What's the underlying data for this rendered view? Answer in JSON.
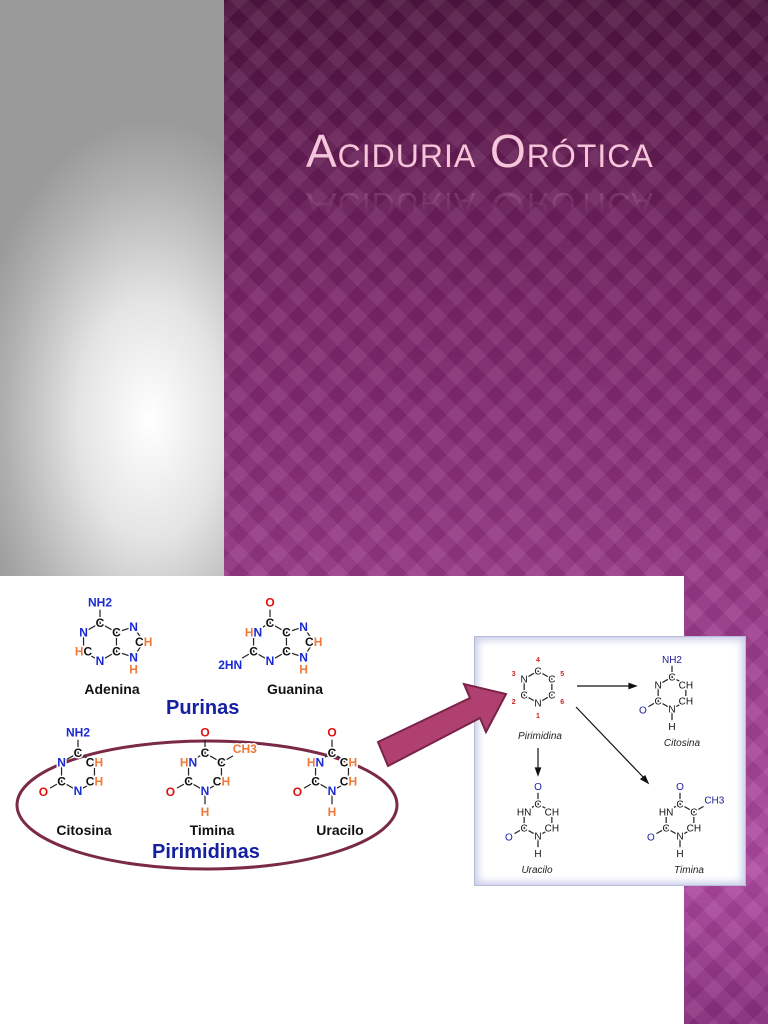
{
  "title": "Aciduria Orótica",
  "colors": {
    "accent": "#9a3a8a",
    "nitrogen": "#1a2ad0",
    "hydrogen": "#f07a3a",
    "oxygen": "#e01010",
    "box_substituent": "#1a1a9a"
  },
  "left_figure": {
    "purines_label": "Purinas",
    "pyrimidines_label": "Pirimidinas",
    "molecules": [
      {
        "name": "Adenina",
        "atoms": [
          "C",
          "C",
          "C",
          "N",
          "HC",
          "N"
        ],
        "ring5": [
          "N",
          "CH",
          "NH"
        ],
        "subs": [
          {
            "at": 0,
            "t": "NH2",
            "k": "N"
          }
        ]
      },
      {
        "name": "Guanina",
        "atoms": [
          "C",
          "C",
          "C",
          "N",
          "C",
          "HN"
        ],
        "ring5": [
          "N",
          "CH",
          "NH"
        ],
        "subs": [
          {
            "at": 0,
            "t": "O",
            "k": "O"
          },
          {
            "at": 4,
            "t": "2HN",
            "k": "N"
          }
        ]
      },
      {
        "name": "Citosina",
        "atoms": [
          "C",
          "CH",
          "CH",
          "N",
          "C",
          "N"
        ],
        "subs": [
          {
            "at": 0,
            "t": "NH2",
            "k": "N"
          },
          {
            "at": 4,
            "t": "O",
            "k": "O"
          }
        ]
      },
      {
        "name": "Timina",
        "atoms": [
          "C",
          "C",
          "CH",
          "N",
          "C",
          "HN"
        ],
        "subs": [
          {
            "at": 0,
            "t": "O",
            "k": "O"
          },
          {
            "at": 1,
            "t": "CH3",
            "k": "H"
          },
          {
            "at": 3,
            "t": "H",
            "k": "H"
          },
          {
            "at": 4,
            "t": "O",
            "k": "O"
          }
        ]
      },
      {
        "name": "Uracilo",
        "atoms": [
          "C",
          "CH",
          "CH",
          "N",
          "C",
          "HN"
        ],
        "subs": [
          {
            "at": 0,
            "t": "O",
            "k": "O"
          },
          {
            "at": 3,
            "t": "H",
            "k": "H"
          },
          {
            "at": 4,
            "t": "O",
            "k": "O"
          }
        ]
      }
    ]
  },
  "right_figure": {
    "molecules": [
      {
        "name": "Pirimidina",
        "atoms": [
          "C",
          "C",
          "C",
          "N",
          "C",
          "N"
        ],
        "numbers": [
          "4",
          "5",
          "6",
          "1",
          "2",
          "3"
        ],
        "subs": []
      },
      {
        "name": "Citosina",
        "atoms": [
          "C",
          "CH",
          "CH",
          "N",
          "C",
          "N"
        ],
        "subs": [
          {
            "at": 0,
            "t": "NH2",
            "k": "B"
          },
          {
            "at": 3,
            "t": "H",
            "k": "K"
          },
          {
            "at": 4,
            "t": "O",
            "k": "B"
          }
        ]
      },
      {
        "name": "Uracilo",
        "atoms": [
          "C",
          "CH",
          "CH",
          "N",
          "C",
          "HN"
        ],
        "subs": [
          {
            "at": 0,
            "t": "O",
            "k": "B"
          },
          {
            "at": 3,
            "t": "H",
            "k": "K"
          },
          {
            "at": 4,
            "t": "O",
            "k": "B"
          }
        ]
      },
      {
        "name": "Timina",
        "atoms": [
          "C",
          "C",
          "CH",
          "N",
          "C",
          "HN"
        ],
        "subs": [
          {
            "at": 0,
            "t": "O",
            "k": "B"
          },
          {
            "at": 1,
            "t": "CH3",
            "k": "B"
          },
          {
            "at": 3,
            "t": "H",
            "k": "K"
          },
          {
            "at": 4,
            "t": "O",
            "k": "B"
          }
        ]
      }
    ]
  }
}
